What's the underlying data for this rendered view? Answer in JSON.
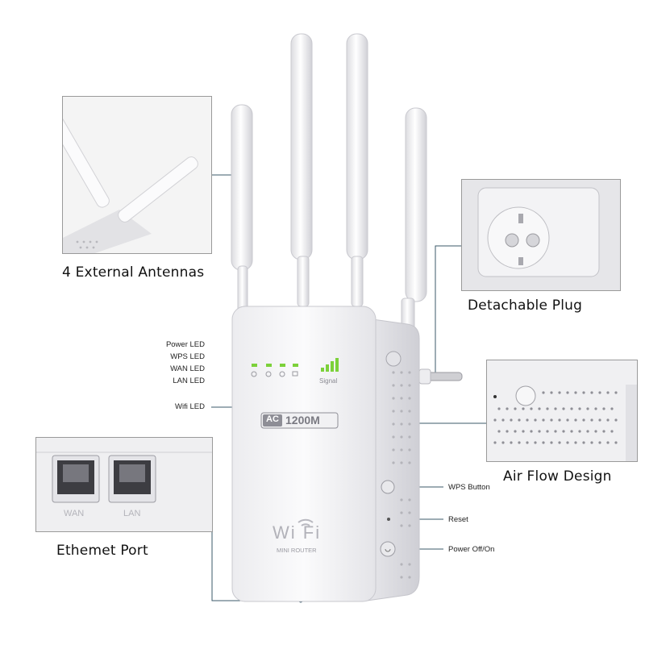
{
  "callouts": {
    "antennas": "4 External Antennas",
    "plug": "Detachable Plug",
    "airflow": "Air Flow Design",
    "ethernet": "Ethemet Port",
    "wps_button": "WPS Button",
    "reset": "Reset",
    "power": "Power Off/On",
    "wifi_led": "Wifi LED"
  },
  "leds": {
    "power": "Power LED",
    "wps": "WPS LED",
    "wan": "WAN LED",
    "lan": "LAN LED"
  },
  "device": {
    "badge_ac": "AC",
    "badge_speed": "1200M",
    "signal_label": "Signal",
    "wifi_logo": "Wi Fi",
    "mini_router": "MINI ROUTER"
  },
  "ports": {
    "wan": "WAN",
    "lan": "LAN"
  },
  "colors": {
    "led_green": "#7cd13a",
    "line_color": "#3b5a6a"
  }
}
